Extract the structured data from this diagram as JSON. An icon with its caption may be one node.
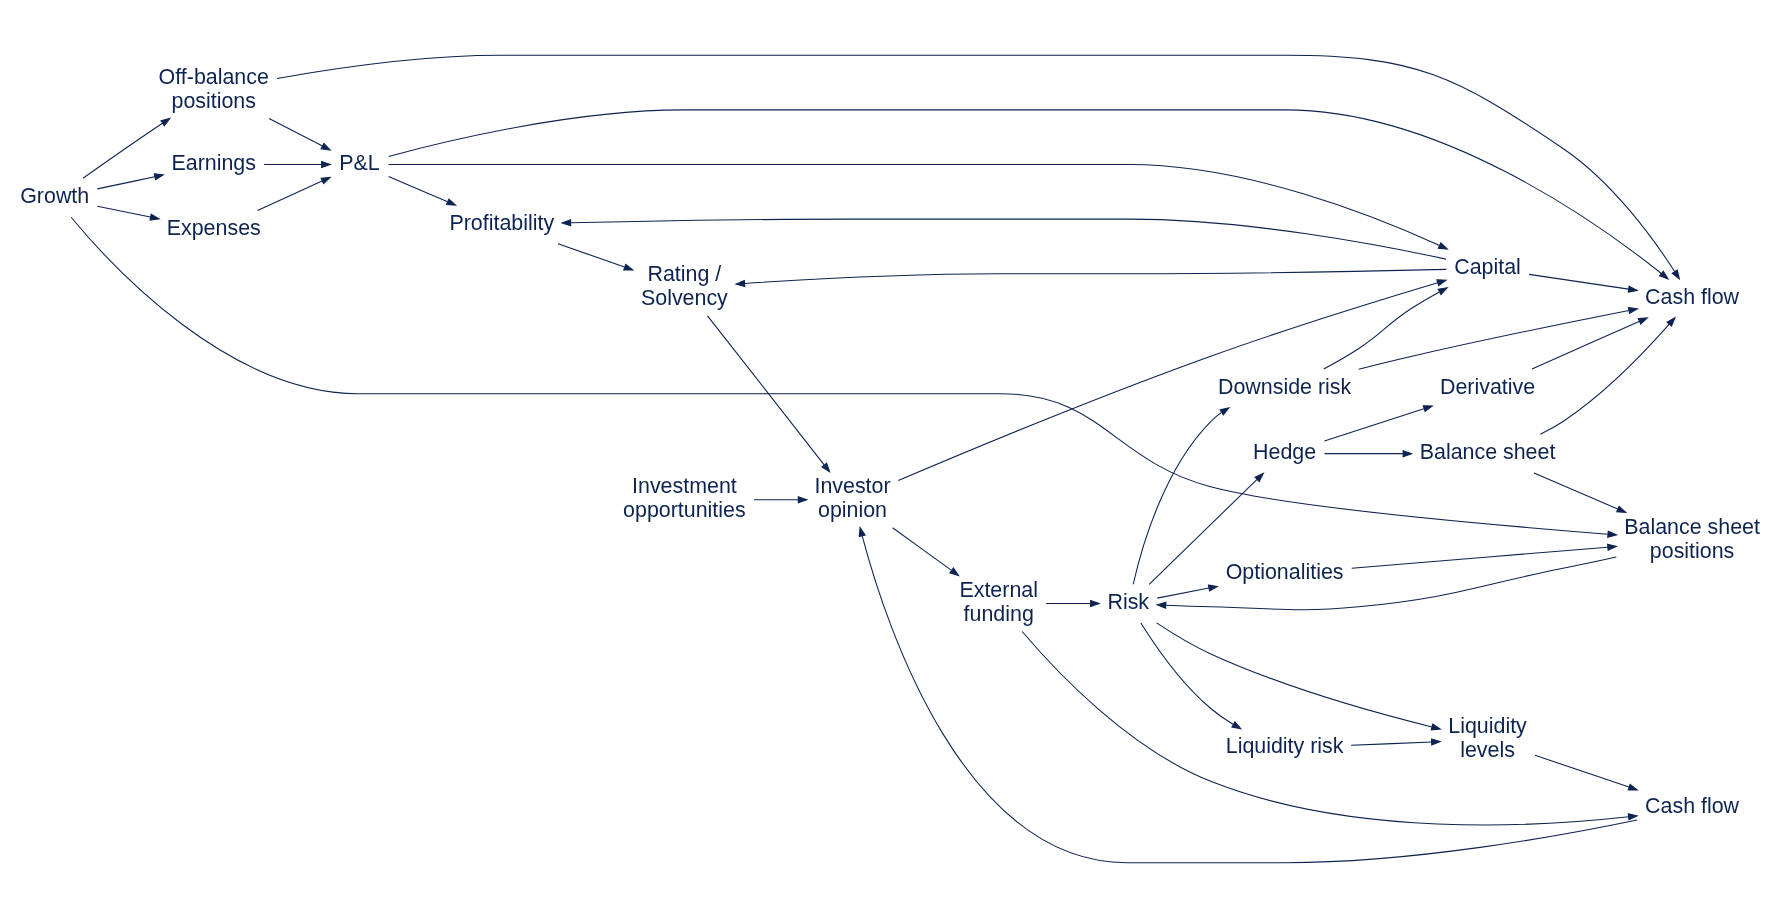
{
  "diagram": {
    "nodes": [
      {
        "text": [
          "Expenses"
        ]
      },
      {
        "text": [
          "P&L"
        ]
      },
      {
        "text": [
          "Profitability"
        ]
      },
      {
        "text": [
          "Earnings"
        ]
      },
      {
        "text": [
          "Growth"
        ]
      },
      {
        "text": [
          "Off-balance positions"
        ]
      },
      {
        "text": [
          "Cash flow"
        ]
      },
      {
        "text": [
          "Capital"
        ]
      },
      {
        "text": [
          "Rating / Solvency"
        ]
      },
      {
        "text": [
          "Balance sheet positions"
        ]
      },
      {
        "text": [
          "Balance sheet"
        ]
      },
      {
        "text": [
          "Downside risk"
        ]
      },
      {
        "text": [
          "Derivative"
        ]
      },
      {
        "text": [
          "Optionalities"
        ]
      },
      {
        "text": [
          "Hedge"
        ]
      },
      {
        "text": [
          "Investor opinion"
        ]
      },
      {
        "text": [
          "Risk"
        ]
      },
      {
        "text": [
          "Cash flow"
        ]
      },
      {
        "text": [
          "External funding"
        ]
      },
      {
        "text": [
          "Liquidity levels"
        ]
      },
      {
        "text": [
          "Investment opportunities"
        ]
      },
      {
        "text": [
          "Liquidity risk"
        ]
      }
    ],
    "edges": [
      {
        "from": 4,
        "to": 0,
        "arrow": "to"
      },
      {
        "from": 4,
        "to": 3,
        "arrow": "to"
      },
      {
        "from": 4,
        "to": 5,
        "arrow": "to"
      },
      {
        "from": 4,
        "to": 9,
        "arrow": "to"
      },
      {
        "from": 0,
        "to": 1,
        "arrow": "to"
      },
      {
        "from": 3,
        "to": 1,
        "arrow": "to"
      },
      {
        "from": 5,
        "to": 1,
        "arrow": "to"
      },
      {
        "from": 1,
        "to": 2,
        "arrow": "to"
      },
      {
        "from": 1,
        "to": 6,
        "arrow": "to"
      },
      {
        "from": 1,
        "to": 7,
        "arrow": "to"
      },
      {
        "from": 2,
        "to": 8,
        "arrow": "to"
      },
      {
        "from": 7,
        "to": 6,
        "arrow": "to"
      },
      {
        "from": 7,
        "to": 2,
        "arrow": "to"
      },
      {
        "from": 7,
        "to": 8,
        "arrow": "to"
      },
      {
        "from": 5,
        "to": 6,
        "arrow": "to"
      },
      {
        "from": 10,
        "to": 6,
        "arrow": "to"
      },
      {
        "from": 12,
        "to": 6,
        "arrow": "to"
      },
      {
        "from": 10,
        "to": 9,
        "arrow": "to"
      },
      {
        "from": 14,
        "to": 10,
        "arrow": "to"
      },
      {
        "from": 14,
        "to": 12,
        "arrow": "to"
      },
      {
        "from": 13,
        "to": 9,
        "arrow": "to"
      },
      {
        "from": 11,
        "to": 6,
        "arrow": "to"
      },
      {
        "from": 11,
        "to": 7,
        "arrow": "to"
      },
      {
        "from": 15,
        "to": 7,
        "arrow": "to"
      },
      {
        "from": 8,
        "to": 15,
        "arrow": "to"
      },
      {
        "from": 9,
        "to": 16,
        "arrow": "to"
      },
      {
        "from": 16,
        "to": 13,
        "arrow": "to"
      },
      {
        "from": 16,
        "to": 14,
        "arrow": "to"
      },
      {
        "from": 16,
        "to": 11,
        "arrow": "to"
      },
      {
        "from": 16,
        "to": 19,
        "arrow": "to"
      },
      {
        "from": 16,
        "to": 21,
        "arrow": "to"
      },
      {
        "from": 21,
        "to": 19,
        "arrow": "to"
      },
      {
        "from": 19,
        "to": 17,
        "arrow": "to"
      },
      {
        "from": 17,
        "to": 15,
        "arrow": "to"
      },
      {
        "from": 18,
        "to": 17,
        "arrow": "to"
      },
      {
        "from": 15,
        "to": 18,
        "arrow": "to"
      },
      {
        "from": 20,
        "to": 15,
        "arrow": "to"
      },
      {
        "from": 18,
        "to": 16,
        "arrow": "to"
      }
    ]
  }
}
